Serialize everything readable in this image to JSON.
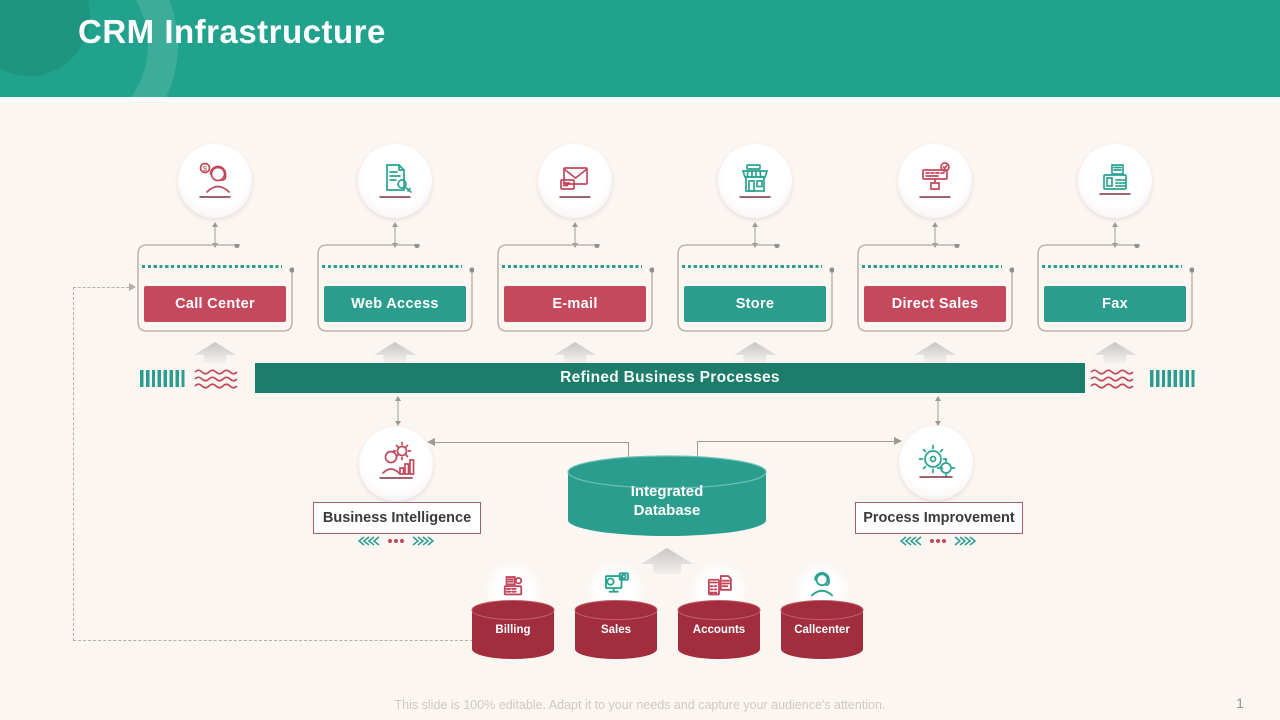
{
  "slide": {
    "title": "CRM Infrastructure",
    "footer": "This slide is 100% editable. Adapt it to your needs and capture your audience's attention.",
    "page_number": "1"
  },
  "colors": {
    "header_teal": "#21a28c",
    "accent_red": "#c4495c",
    "accent_teal": "#2a9d8f",
    "bar_teal": "#1e7d6a",
    "cylinder_red": "#a12d3d",
    "background": "#fbf6f2"
  },
  "channels": [
    {
      "label": "Call Center",
      "accent": "red",
      "icon": "call-center-icon"
    },
    {
      "label": "Web Access",
      "accent": "teal",
      "icon": "web-access-icon"
    },
    {
      "label": "E-mail",
      "accent": "red",
      "icon": "email-icon"
    },
    {
      "label": "Store",
      "accent": "teal",
      "icon": "store-icon"
    },
    {
      "label": "Direct Sales",
      "accent": "red",
      "icon": "direct-sales-icon"
    },
    {
      "label": "Fax",
      "accent": "teal",
      "icon": "fax-icon"
    }
  ],
  "process_bar": {
    "label": "Refined Business Processes"
  },
  "middle": {
    "business_intelligence": {
      "label": "Business Intelligence",
      "icon": "person-analytics-icon"
    },
    "database": {
      "line1": "Integrated",
      "line2": "Database"
    },
    "process_improvement": {
      "label": "Process Improvement",
      "icon": "gears-icon"
    }
  },
  "data_sources": [
    {
      "label": "Billing",
      "icon": "cash-register-icon"
    },
    {
      "label": "Sales",
      "icon": "monitor-dollar-icon"
    },
    {
      "label": "Accounts",
      "icon": "calculator-icon"
    },
    {
      "label": "Callcenter",
      "icon": "headset-agent-icon"
    }
  ]
}
